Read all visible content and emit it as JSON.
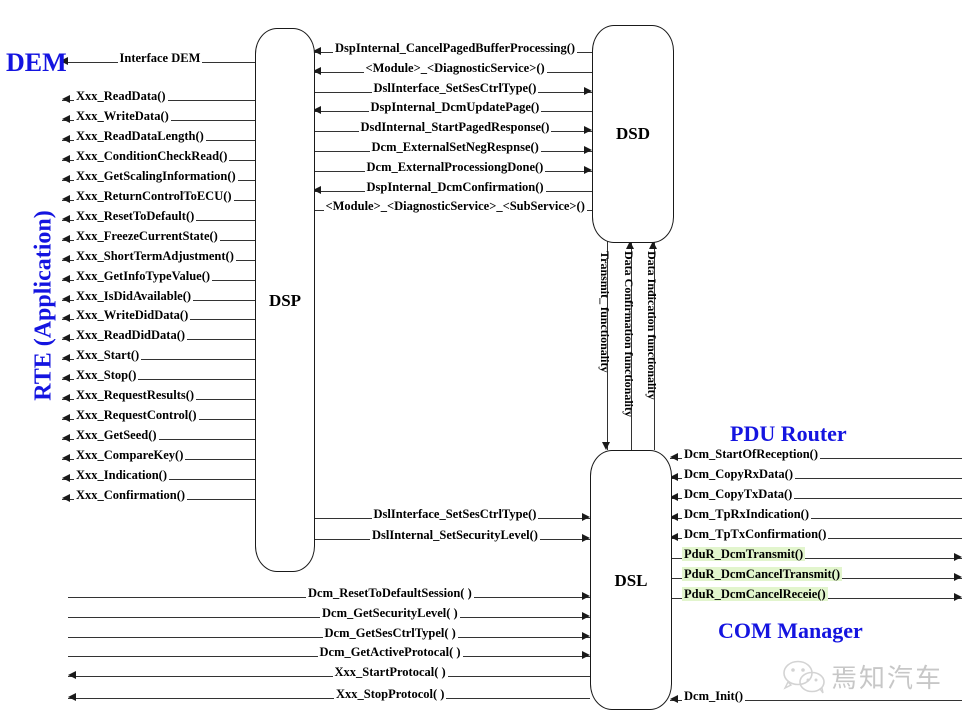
{
  "diagram": {
    "title": "AUTOSAR DCM Module Interaction Diagram",
    "accent_blue": "#1414e0",
    "highlight_green": "#e2f5cd"
  },
  "modules": {
    "dsp": "DSP",
    "dsd": "DSD",
    "dsl": "DSL"
  },
  "titles": {
    "dem": "DEM",
    "rte": "RTE (Application)",
    "pdu_router": "PDU Router",
    "com_manager": "COM Manager"
  },
  "dem_interface": [
    {
      "label": "Interface DEM",
      "dir": "left"
    }
  ],
  "rte_to_dsp": [
    {
      "label": "Xxx_ReadData()",
      "dir": "left"
    },
    {
      "label": "Xxx_WriteData()",
      "dir": "left"
    },
    {
      "label": "Xxx_ReadDataLength()",
      "dir": "left"
    },
    {
      "label": "Xxx_ConditionCheckRead()",
      "dir": "left"
    },
    {
      "label": "Xxx_GetScalingInformation()",
      "dir": "left"
    },
    {
      "label": "Xxx_ReturnControlToECU()",
      "dir": "left"
    },
    {
      "label": "Xxx_ResetToDefault()",
      "dir": "left"
    },
    {
      "label": "Xxx_FreezeCurrentState()",
      "dir": "left"
    },
    {
      "label": "Xxx_ShortTermAdjustment()",
      "dir": "left"
    },
    {
      "label": "Xxx_GetInfoTypeValue()",
      "dir": "left"
    },
    {
      "label": "Xxx_IsDidAvailable()",
      "dir": "left"
    },
    {
      "label": "Xxx_WriteDidData()",
      "dir": "left"
    },
    {
      "label": "Xxx_ReadDidData()",
      "dir": "left"
    },
    {
      "label": "Xxx_Start()",
      "dir": "left"
    },
    {
      "label": "Xxx_Stop()",
      "dir": "left"
    },
    {
      "label": "Xxx_RequestResults()",
      "dir": "left"
    },
    {
      "label": "Xxx_RequestControl()",
      "dir": "left"
    },
    {
      "label": "Xxx_GetSeed()",
      "dir": "left"
    },
    {
      "label": "Xxx_CompareKey()",
      "dir": "left"
    },
    {
      "label": "Xxx_Indication()",
      "dir": "left"
    },
    {
      "label": "Xxx_Confirmation()",
      "dir": "left"
    }
  ],
  "dsp_to_dsd": [
    {
      "label": "DspInternal_CancelPagedBufferProcessing()",
      "dir": "left"
    },
    {
      "label": "<Module>_<DiagnosticService>()",
      "dir": "left"
    },
    {
      "label": "DslInterface_SetSesCtrlType()",
      "dir": "right"
    },
    {
      "label": "DspInternal_DcmUpdatePage()",
      "dir": "left"
    },
    {
      "label": "DsdInternal_StartPagedResponse()",
      "dir": "right"
    },
    {
      "label": "Dcm_ExternalSetNegRespnse()",
      "dir": "right"
    },
    {
      "label": "Dcm_ExternalProcessiongDone()",
      "dir": "right"
    },
    {
      "label": "DspInternal_DcmConfirmation()",
      "dir": "left"
    },
    {
      "label": "<Module>_<DiagnosticService>_<SubService>()",
      "dir": "none"
    }
  ],
  "dsd_to_dsl": [
    {
      "label": "Transmit_ functionality",
      "dir": "down"
    },
    {
      "label": "Data Confirmation functionality",
      "dir": "up"
    },
    {
      "label": "Data Indication functionality",
      "dir": "up"
    }
  ],
  "dsp_to_dsl": [
    {
      "label": "DslInterface_SetSesCtrlType()",
      "dir": "right"
    },
    {
      "label": "DslInternal_SetSecurityLevel()",
      "dir": "right"
    }
  ],
  "rte_to_dsl": [
    {
      "label": "Dcm_ResetToDefaultSession( )",
      "dir": "right"
    },
    {
      "label": "Dcm_GetSecurityLevel( )",
      "dir": "right"
    },
    {
      "label": "Dcm_GetSesCtrlTypel( )",
      "dir": "right"
    },
    {
      "label": "Dcm_GetActiveProtocal( )",
      "dir": "right"
    },
    {
      "label": "Xxx_StartProtocal( )",
      "dir": "left"
    },
    {
      "label": "Xxx_StopProtocol( )",
      "dir": "left"
    }
  ],
  "pdur_to_dsl": [
    {
      "label": "Dcm_StartOfReception()",
      "dir": "left",
      "highlight": false
    },
    {
      "label": "Dcm_CopyRxData()",
      "dir": "left",
      "highlight": false
    },
    {
      "label": "Dcm_CopyTxData()",
      "dir": "left",
      "highlight": false
    },
    {
      "label": "Dcm_TpRxIndication()",
      "dir": "left",
      "highlight": false
    },
    {
      "label": "Dcm_TpTxConfirmation()",
      "dir": "left",
      "highlight": false
    },
    {
      "label": "PduR_DcmTransmit()",
      "dir": "right",
      "highlight": true
    },
    {
      "label": "PduR_DcmCancelTransmit()",
      "dir": "right",
      "highlight": true
    },
    {
      "label": "PduR_DcmCancelReceie()",
      "dir": "right",
      "highlight": true
    }
  ],
  "comm_to_dsl": [
    {
      "label": "Dcm_Init()",
      "dir": "left"
    }
  ],
  "watermark": {
    "text": "焉知汽车",
    "icon": "wechat-icon"
  }
}
